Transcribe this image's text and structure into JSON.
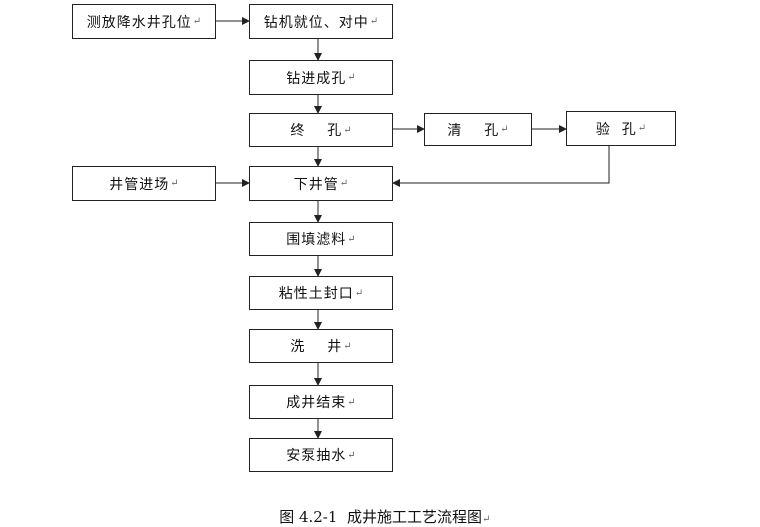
{
  "nodes": {
    "survey": {
      "label": "测放降水井孔位"
    },
    "rig": {
      "label": "钻机就位、对中"
    },
    "drill": {
      "label": "钻进成孔"
    },
    "final": {
      "label": "终    孔"
    },
    "clean": {
      "label": "清    孔"
    },
    "inspect": {
      "label": "验  孔"
    },
    "pipe_in": {
      "label": "井管进场"
    },
    "lower_pipe": {
      "label": "下井管"
    },
    "filter": {
      "label": "围填滤料"
    },
    "seal": {
      "label": "粘性土封口"
    },
    "wash": {
      "label": "洗    井"
    },
    "finish": {
      "label": "成井结束"
    },
    "pump": {
      "label": "安泵抽水"
    }
  },
  "return_mark": "↵",
  "caption": "图 4.2-1  成井施工工艺流程图",
  "colors": {
    "line": "#222222",
    "text": "#111111"
  }
}
